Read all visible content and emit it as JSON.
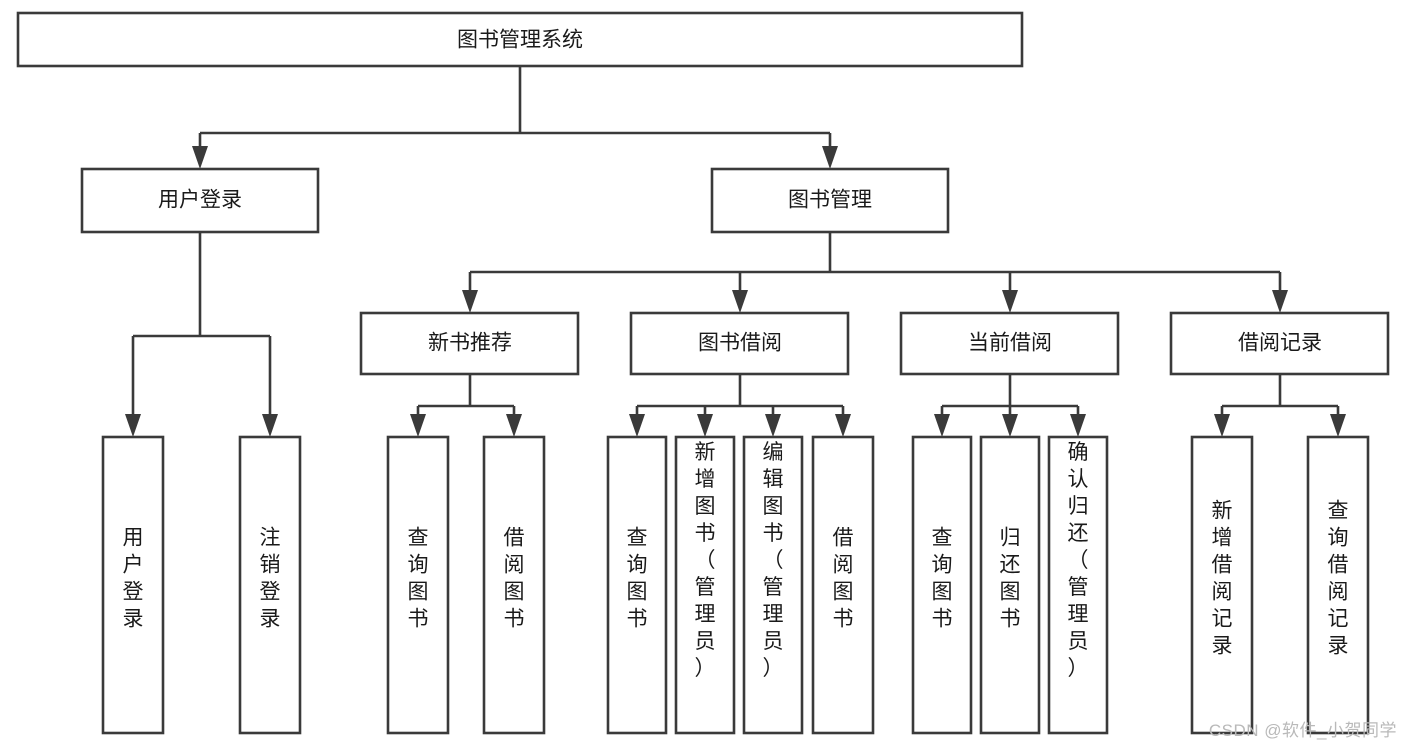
{
  "diagram": {
    "type": "tree-hierarchy",
    "title": "图书管理系统",
    "watermark": "CSDN @软件_小贺同学",
    "colors": {
      "stroke": "#3a3a3a",
      "fill": "#ffffff",
      "text": "#1a1a1a",
      "background": "#ffffff",
      "watermark": "#b9b9b9"
    },
    "nodes": {
      "root": {
        "label": "图书管理系统",
        "orientation": "horizontal",
        "level": 0
      },
      "user_login": {
        "label": "用户登录",
        "orientation": "horizontal",
        "level": 1
      },
      "book_manage": {
        "label": "图书管理",
        "orientation": "horizontal",
        "level": 1
      },
      "new_book_rec": {
        "label": "新书推荐",
        "orientation": "horizontal",
        "level": 2
      },
      "book_borrow": {
        "label": "图书借阅",
        "orientation": "horizontal",
        "level": 2
      },
      "current_borrow": {
        "label": "当前借阅",
        "orientation": "horizontal",
        "level": 2
      },
      "borrow_record": {
        "label": "借阅记录",
        "orientation": "horizontal",
        "level": 2
      },
      "leaf_user_login": {
        "label": "用户登录",
        "orientation": "vertical",
        "level": 2,
        "align": "middle"
      },
      "leaf_user_logout": {
        "label": "注销登录",
        "orientation": "vertical",
        "level": 2,
        "align": "middle"
      },
      "leaf_query_book_a": {
        "label": "查询图书",
        "orientation": "vertical",
        "level": 3,
        "align": "middle"
      },
      "leaf_borrow_book_a": {
        "label": "借阅图书",
        "orientation": "vertical",
        "level": 3,
        "align": "middle"
      },
      "leaf_query_book_b": {
        "label": "查询图书",
        "orientation": "vertical",
        "level": 3,
        "align": "middle"
      },
      "leaf_add_book": {
        "label": "新增图书（管理员）",
        "orientation": "vertical",
        "level": 3,
        "align": "top"
      },
      "leaf_edit_book": {
        "label": "编辑图书（管理员）",
        "orientation": "vertical",
        "level": 3,
        "align": "top"
      },
      "leaf_borrow_book_b": {
        "label": "借阅图书",
        "orientation": "vertical",
        "level": 3,
        "align": "middle"
      },
      "leaf_query_book_c": {
        "label": "查询图书",
        "orientation": "vertical",
        "level": 3,
        "align": "middle"
      },
      "leaf_return_book": {
        "label": "归还图书",
        "orientation": "vertical",
        "level": 3,
        "align": "middle"
      },
      "leaf_confirm_return": {
        "label": "确认归还（管理员）",
        "orientation": "vertical",
        "level": 3,
        "align": "top"
      },
      "leaf_add_record": {
        "label": "新增借阅记录",
        "orientation": "vertical",
        "level": 3,
        "align": "middle"
      },
      "leaf_query_record": {
        "label": "查询借阅记录",
        "orientation": "vertical",
        "level": 3,
        "align": "middle"
      }
    },
    "edges": [
      {
        "from": "root",
        "to": "user_login"
      },
      {
        "from": "root",
        "to": "book_manage"
      },
      {
        "from": "user_login",
        "to": "leaf_user_login"
      },
      {
        "from": "user_login",
        "to": "leaf_user_logout"
      },
      {
        "from": "book_manage",
        "to": "new_book_rec"
      },
      {
        "from": "book_manage",
        "to": "book_borrow"
      },
      {
        "from": "book_manage",
        "to": "current_borrow"
      },
      {
        "from": "book_manage",
        "to": "borrow_record"
      },
      {
        "from": "new_book_rec",
        "to": "leaf_query_book_a"
      },
      {
        "from": "new_book_rec",
        "to": "leaf_borrow_book_a"
      },
      {
        "from": "book_borrow",
        "to": "leaf_query_book_b"
      },
      {
        "from": "book_borrow",
        "to": "leaf_add_book"
      },
      {
        "from": "book_borrow",
        "to": "leaf_edit_book"
      },
      {
        "from": "book_borrow",
        "to": "leaf_borrow_book_b"
      },
      {
        "from": "current_borrow",
        "to": "leaf_query_book_c"
      },
      {
        "from": "current_borrow",
        "to": "leaf_return_book"
      },
      {
        "from": "current_borrow",
        "to": "leaf_confirm_return"
      },
      {
        "from": "borrow_record",
        "to": "leaf_add_record"
      },
      {
        "from": "borrow_record",
        "to": "leaf_query_record"
      }
    ]
  }
}
